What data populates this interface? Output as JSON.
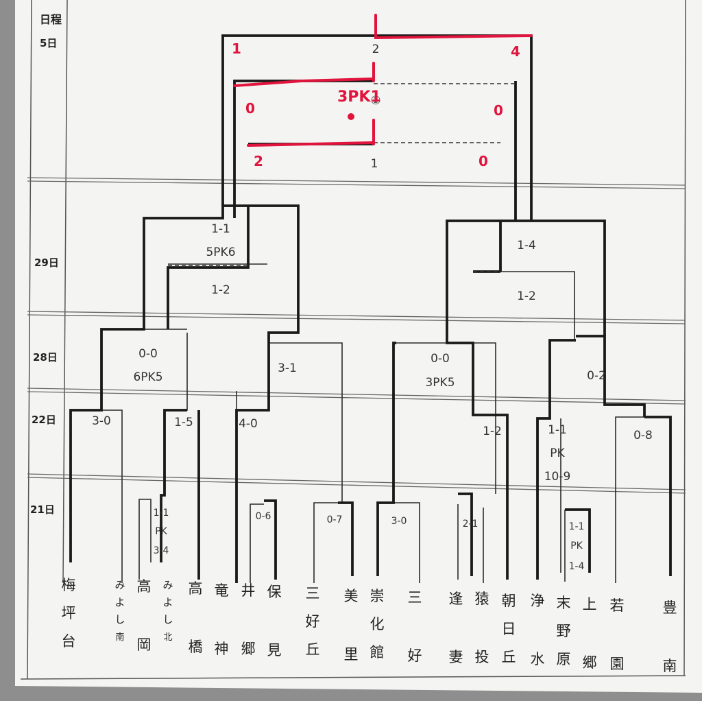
{
  "labels": {
    "schedule_header": "日程",
    "rounds": [
      "5日",
      "29日",
      "28日",
      "22日",
      "21日"
    ]
  },
  "schools": [
    "梅坪台",
    "みよし南",
    "高岡",
    "みよし北",
    "高橋",
    "竜神",
    "井郷",
    "保見",
    "三好丘",
    "美里",
    "崇化館",
    "三好",
    "逢妻",
    "猿投",
    "朝日丘",
    "浄水",
    "末野原",
    "上郷",
    "若園",
    "豊南"
  ],
  "scores": {
    "r21": [
      "1-1",
      "PK",
      "3-4",
      "0-6",
      "0-7",
      "3-0",
      "2-1",
      "1-1",
      "PK",
      "1-4"
    ],
    "r22": [
      "3-0",
      "1-5",
      "4-0",
      "1-2",
      "1-1",
      "PK",
      "10-9",
      "0-8"
    ],
    "r28": [
      "0-0",
      "6PK5",
      "3-1",
      "0-0",
      "3PK5",
      "0-2"
    ],
    "r29": [
      "1-1",
      "5PK6",
      "1-2",
      "1-4",
      "1-2"
    ],
    "r5": [
      "2",
      "①",
      "1"
    ]
  },
  "handwritten": [
    "1",
    "4",
    "0",
    "3PK1",
    "0",
    "2",
    "0"
  ],
  "colors": {
    "paper": "#f4f4f2",
    "ink": "#1a1a1a",
    "pen": "#e0143c"
  }
}
